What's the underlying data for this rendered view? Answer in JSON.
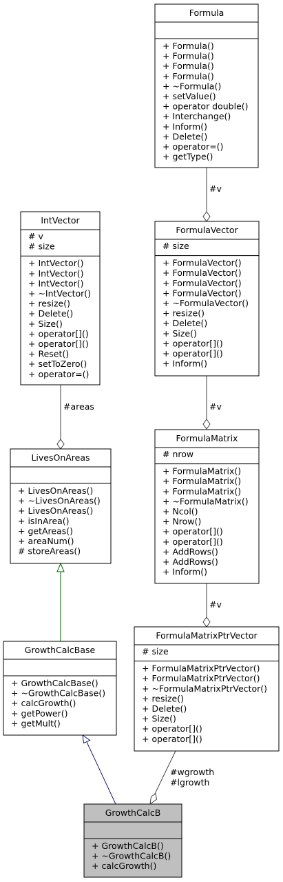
{
  "colors": {
    "box_stroke": "#000000",
    "highlight_fill": "#bfbfbf",
    "normal_fill": "#ffffff",
    "inherit_green": "#006400",
    "inherit_navy": "#191970",
    "association": "#404040"
  },
  "classes": {
    "formula": {
      "name": "Formula",
      "attributes": [],
      "methods": [
        "+ Formula()",
        "+ Formula()",
        "+ Formula()",
        "+ Formula()",
        "+ ~Formula()",
        "+ setValue()",
        "+ operator double()",
        "+ Interchange()",
        "+ Inform()",
        "+ Delete()",
        "+ operator=()",
        "+ getType()"
      ]
    },
    "intvector": {
      "name": "IntVector",
      "attributes": [
        "# v",
        "# size"
      ],
      "methods": [
        "+ IntVector()",
        "+ IntVector()",
        "+ IntVector()",
        "+ ~IntVector()",
        "+ resize()",
        "+ Delete()",
        "+ Size()",
        "+ operator[]()",
        "+ operator[]()",
        "+ Reset()",
        "+ setToZero()",
        "+ operator=()"
      ]
    },
    "formulavector": {
      "name": "FormulaVector",
      "attributes": [
        "# size"
      ],
      "methods": [
        "+ FormulaVector()",
        "+ FormulaVector()",
        "+ FormulaVector()",
        "+ FormulaVector()",
        "+ ~FormulaVector()",
        "+ resize()",
        "+ Delete()",
        "+ Size()",
        "+ operator[]()",
        "+ operator[]()",
        "+ Inform()"
      ]
    },
    "livesonareas": {
      "name": "LivesOnAreas",
      "attributes": [],
      "methods": [
        "+ LivesOnAreas()",
        "+ ~LivesOnAreas()",
        "+ LivesOnAreas()",
        "+ isInArea()",
        "+ getAreas()",
        "+ areaNum()",
        "# storeAreas()"
      ]
    },
    "formulamatrix": {
      "name": "FormulaMatrix",
      "attributes": [
        "# nrow"
      ],
      "methods": [
        "+ FormulaMatrix()",
        "+ FormulaMatrix()",
        "+ FormulaMatrix()",
        "+ ~FormulaMatrix()",
        "+ Ncol()",
        "+ Nrow()",
        "+ operator[]()",
        "+ operator[]()",
        "+ AddRows()",
        "+ AddRows()",
        "+ Inform()"
      ]
    },
    "growthcalcbase": {
      "name": "GrowthCalcBase",
      "attributes": [],
      "methods": [
        "+ GrowthCalcBase()",
        "+ ~GrowthCalcBase()",
        "+ calcGrowth()",
        "+ getPower()",
        "+ getMult()"
      ]
    },
    "formulamatrixptrvector": {
      "name": "FormulaMatrixPtrVector",
      "attributes": [
        "# size"
      ],
      "methods": [
        "+ FormulaMatrixPtrVector()",
        "+ FormulaMatrixPtrVector()",
        "+ ~FormulaMatrixPtrVector()",
        "+ resize()",
        "+ Delete()",
        "+ Size()",
        "+ operator[]()",
        "+ operator[]()"
      ]
    },
    "growthcalcb": {
      "name": "GrowthCalcB",
      "attributes": [],
      "methods": [
        "+ GrowthCalcB()",
        "+ ~GrowthCalcB()",
        "+ calcGrowth()"
      ]
    }
  },
  "edges": {
    "formula_to_formulavector": [
      "#v"
    ],
    "intvector_to_livesonareas": [
      "#areas"
    ],
    "formulavector_to_formulamatrix": [
      "#v"
    ],
    "formulamatrix_to_ptrvector": [
      "#v"
    ],
    "ptrvector_to_growthcalcb": [
      "#wgrowth",
      "#lgrowth"
    ]
  }
}
